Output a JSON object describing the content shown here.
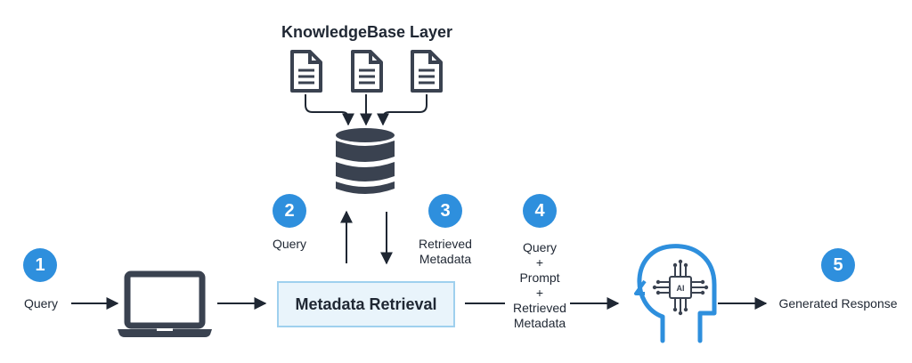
{
  "colors": {
    "ink": "#3a4250",
    "accent": "#2e8fdd",
    "box_fill": "#e9f4fb",
    "box_border": "#9fd0ee"
  },
  "knowledge_base": {
    "title": "KnowledgeBase Layer",
    "icons": [
      "document-icon",
      "document-icon",
      "document-icon",
      "database-icon"
    ]
  },
  "steps": [
    {
      "number": "1",
      "label": "Query"
    },
    {
      "number": "2",
      "label": "Query"
    },
    {
      "number": "3",
      "label": "Retrieved\nMetadata"
    },
    {
      "number": "4",
      "label": "Query\n+\nPrompt\n+\nRetrieved\nMetadata"
    },
    {
      "number": "5",
      "label": "Generated Response"
    }
  ],
  "metadata_box": {
    "label": "Metadata Retrieval"
  },
  "client_icon": "laptop-icon",
  "model_icon": {
    "name": "ai-head-icon",
    "chip_text": "AI"
  }
}
